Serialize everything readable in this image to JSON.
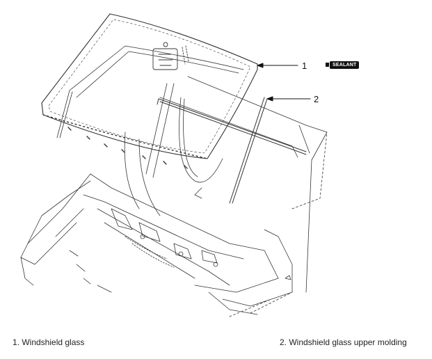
{
  "callouts": [
    {
      "number": "1"
    },
    {
      "number": "2"
    }
  ],
  "sealant_badge": {
    "label": "SEALANT"
  },
  "captions": [
    {
      "text": "1. Windshield glass"
    },
    {
      "text": "2. Windshield glass upper molding"
    }
  ],
  "colors": {
    "line": "#333333",
    "sealant_badge": "#111111"
  }
}
